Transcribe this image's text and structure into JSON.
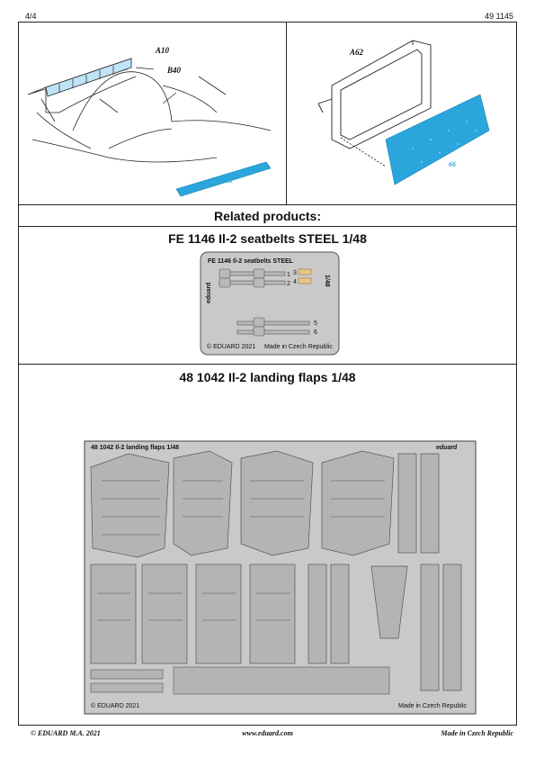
{
  "header": {
    "page": "4/4",
    "code": "49 1145"
  },
  "diagram_left": {
    "label_a": "A10",
    "label_b": "B40",
    "part": "61"
  },
  "diagram_right": {
    "label_a": "A62",
    "part": "66"
  },
  "related": {
    "title": "Related products:"
  },
  "product1": {
    "title": "FE 1146 Il-2 seatbelts STEEL 1/48",
    "fret_title": "FE 1146  Il-2 seatbelts  STEEL",
    "scale": "1/48",
    "copyright": "© EDUARD 2021",
    "made_in": "Made in Czech Republic",
    "brand": "eduard",
    "numbers": [
      "1",
      "2",
      "3",
      "4",
      "5",
      "6"
    ]
  },
  "product2": {
    "title": "48 1042 Il-2 landing flaps 1/48",
    "fret_title": "48 1042  Il-2 landing flaps    1/48",
    "copyright": "© EDUARD 2021",
    "made_in": "Made in Czech Republic",
    "brand": "eduard"
  },
  "footer": {
    "left": "© EDUARD  M.A. 2021",
    "center": "www.eduard.com",
    "right": "Made in Czech Republic"
  },
  "colors": {
    "pe_blue": "#2aa6dd",
    "fret_gray": "#c8c8c8",
    "line": "#222222"
  }
}
